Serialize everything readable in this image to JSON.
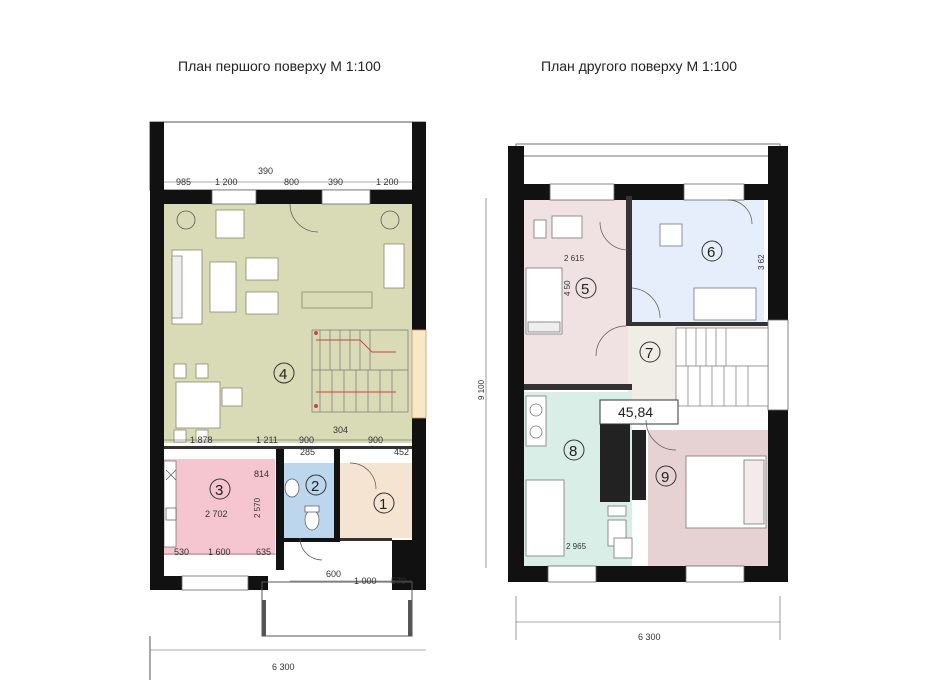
{
  "titles": {
    "ground": "План першого поверху М 1:100",
    "upper": "План другого поверху М 1:100"
  },
  "colors": {
    "wall": "#111111",
    "living": "#d9dab6",
    "kitchen": "#f5c6cf",
    "bath_small": "#bcd6ee",
    "hall": "#f6e4d2",
    "room5": "#f0e2e2",
    "room6": "#e6eefc",
    "landing": "#f0ece6",
    "bath_large": "#d8eee6",
    "bedroom": "#e6d2d2"
  },
  "ground": {
    "top_dims": [
      "985",
      "1 200",
      "390",
      "800",
      "390",
      "1 200"
    ],
    "mid_dims": [
      "1 878",
      "1 211",
      "900",
      "304",
      "900",
      "285",
      "452"
    ],
    "kitchen_dims": [
      "530",
      "1 600",
      "635",
      "2 702",
      "814",
      "2 570"
    ],
    "entry_dims": [
      "600",
      "1 000",
      "570"
    ],
    "bottom_dim": "6 300",
    "rooms": [
      "1",
      "2",
      "3",
      "4"
    ]
  },
  "upper": {
    "area_label": "45,84",
    "side_dim": "9 100",
    "bottom_dim": "6 300",
    "small_dims": [
      "2 615",
      "4 50",
      "2 965",
      "3 62"
    ],
    "rooms": [
      "5",
      "6",
      "7",
      "8",
      "9"
    ]
  }
}
